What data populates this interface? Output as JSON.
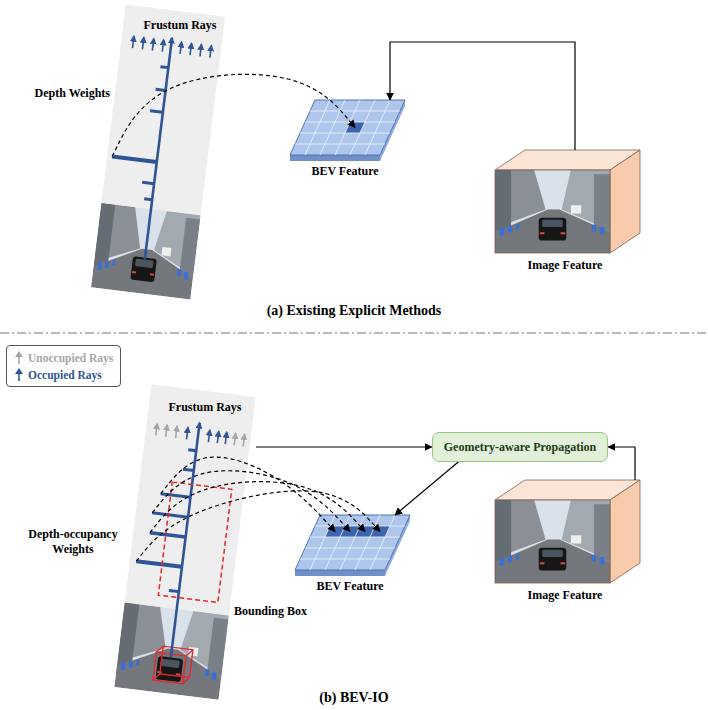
{
  "diagram": {
    "nodes": [
      {
        "text": [
          "Frustum Rays"
        ]
      },
      {
        "text": [
          "BEV Feature"
        ]
      },
      {
        "text": [
          "Image Feature"
        ]
      },
      {
        "text": [
          "Frustum Rays"
        ]
      },
      {
        "text": [
          "Geometry-aware Propagation"
        ]
      },
      {
        "text": [
          "BEV Feature"
        ]
      },
      {
        "text": [
          "Image Feature"
        ]
      }
    ],
    "edges": [
      {
        "from": 0,
        "to": 1,
        "arrow": "to"
      },
      {
        "from": 2,
        "to": 1,
        "arrow": "to"
      },
      {
        "from": 3,
        "to": 4,
        "arrow": "to"
      },
      {
        "from": 6,
        "to": 4,
        "arrow": "to"
      },
      {
        "from": 4,
        "to": 5,
        "arrow": "to"
      },
      {
        "from": 3,
        "to": 5,
        "arrow": "to"
      },
      {
        "from": 3,
        "to": 5,
        "arrow": "to"
      },
      {
        "from": 3,
        "to": 5,
        "arrow": "to"
      },
      {
        "from": 3,
        "to": 5,
        "arrow": "to"
      }
    ],
    "labels": [
      "Depth Weights",
      "(a) Existing Explicit Methods",
      "Depth-occupancy Weights",
      "Bounding Box",
      "(b) BEV-IO"
    ],
    "legend": [
      {
        "text": "Unoccupied Rays",
        "color": "#a6a6a6"
      },
      {
        "text": "Occupied Rays",
        "color": "#2f5597"
      }
    ]
  }
}
